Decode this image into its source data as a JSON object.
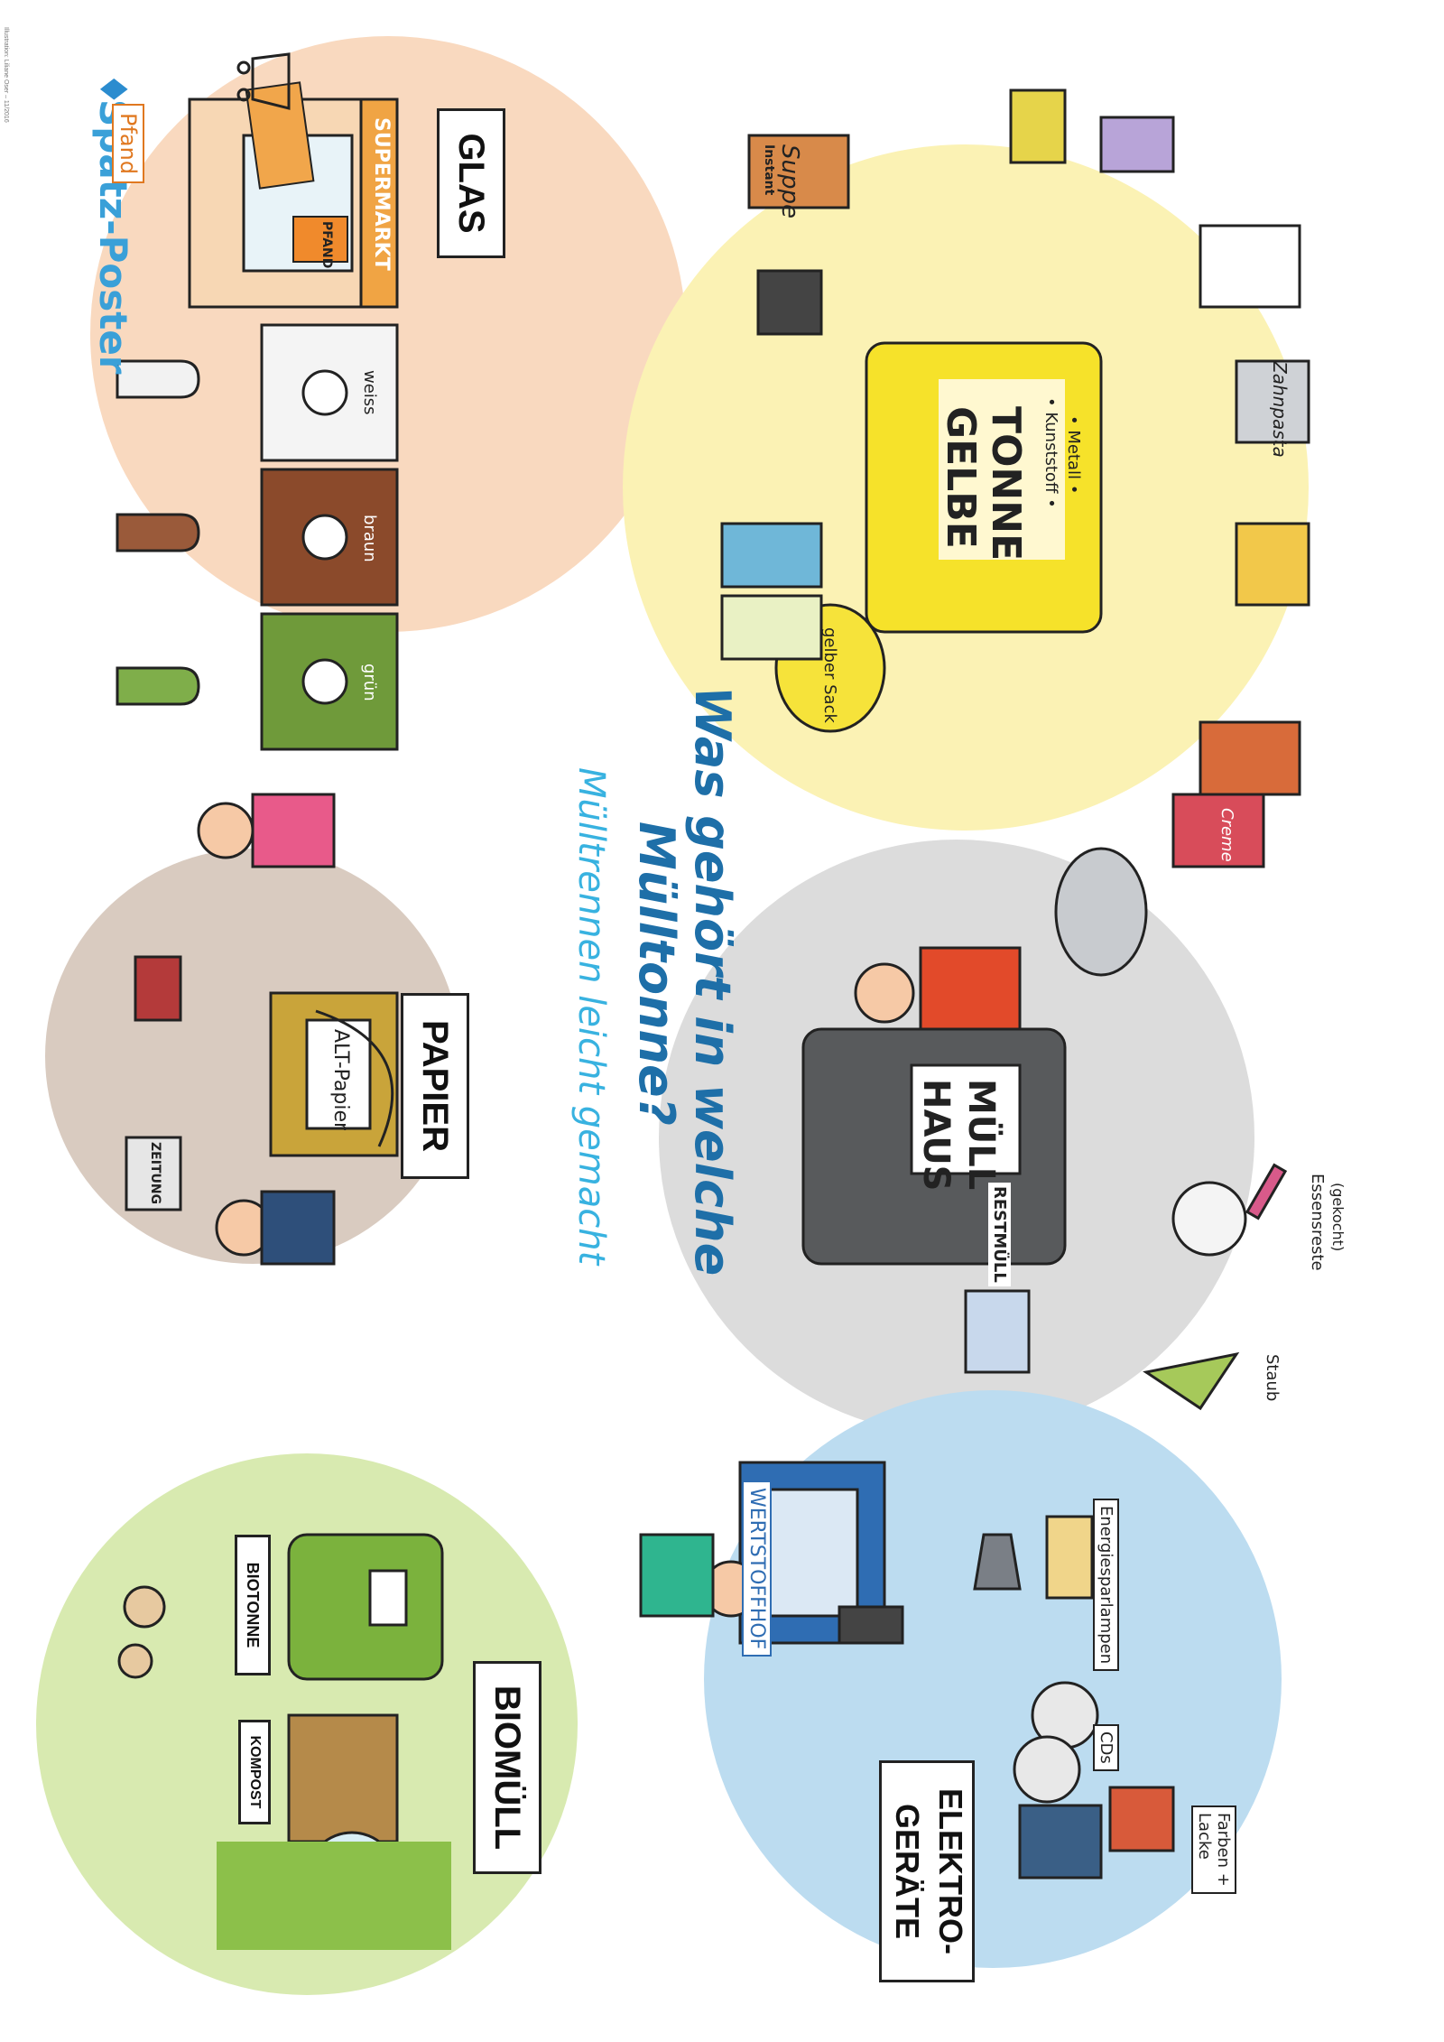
{
  "brand": {
    "name": "Spatz-Poster"
  },
  "title": {
    "line1": "Was gehört in welche",
    "line2": "Mülltonne?",
    "subtitle": "Mülltrennen leicht gemacht"
  },
  "glas": {
    "heading": "GLAS",
    "store": "SUPERMARKT",
    "tag": "Pfand",
    "machine": "PFAND",
    "bins": [
      "weiss",
      "braun",
      "grün"
    ]
  },
  "papier": {
    "heading": "PAPIER",
    "bin_label": "ALT-Papier",
    "newspaper": "ZEITUNG"
  },
  "biomuell": {
    "heading": "BIOMÜLL",
    "biotonne": "BIOTONNE",
    "kompost": "KOMPOST"
  },
  "gelbe_tonne": {
    "bin_line1": "GELBE",
    "bin_line2": "TONNE",
    "items": [
      "• Kunststoff •",
      "• Metall •"
    ],
    "sack": "gelber Sack",
    "soup_line1": "Instant",
    "soup_line2": "Suppe",
    "toothpaste": "Zahnpasta",
    "cream": "Creme"
  },
  "hausmuell": {
    "bin_line1": "HAUS",
    "bin_line2": "MÜLL",
    "restmuell": "RESTMÜLL",
    "staub": "Staub",
    "essensreste_line1": "Essensreste",
    "essensreste_line2": "(gekocht)"
  },
  "elektro": {
    "heading_line1": "ELEKTRO-",
    "heading_line2": "GERÄTE",
    "wertstoffhof": "WERTSTOFFHOF",
    "energiesparlampen": "Energiesparlampen",
    "cds": "CDs",
    "farben_line1": "Farben +",
    "farben_line2": "Lacke"
  },
  "footer": {
    "credit": "Illustration: Liliane Oser – 11/2016"
  },
  "colors": {
    "glas_circle": "#f9d9bf",
    "papier_circle": "#d9cbc0",
    "bio_circle": "#d8eab0",
    "gelb_circle": "#fbf2b4",
    "haus_circle": "#dcdcdc",
    "elektro_circle": "#bcdcf0",
    "title_dark": "#1e6fa8",
    "title_light": "#38b2e0"
  }
}
